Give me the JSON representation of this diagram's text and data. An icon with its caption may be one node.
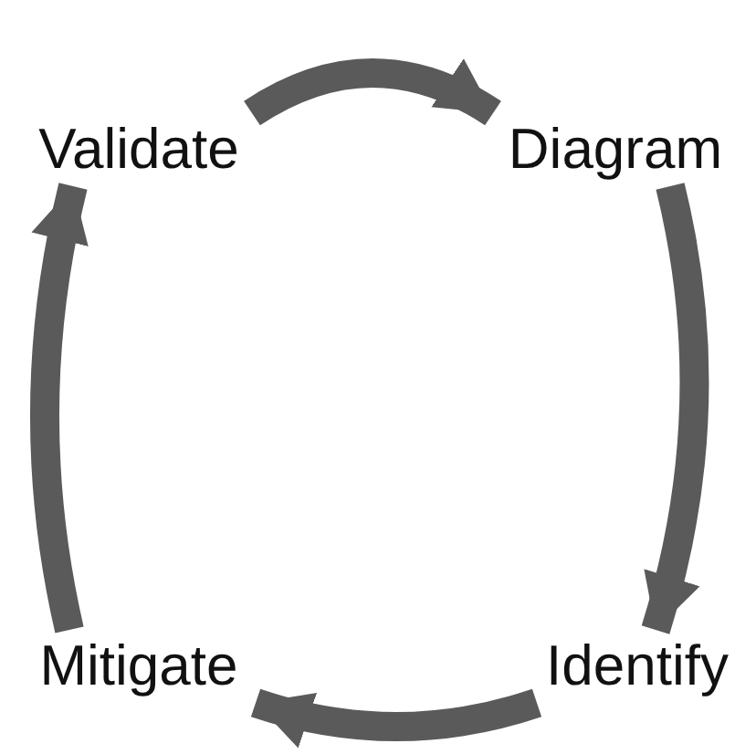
{
  "diagram": {
    "nodes": [
      {
        "text": [
          "Validate"
        ]
      },
      {
        "text": [
          "Diagram"
        ]
      },
      {
        "text": [
          "Identify"
        ]
      },
      {
        "text": [
          "Mitigate"
        ]
      }
    ],
    "edges": [
      {
        "from": 0,
        "to": 1,
        "arrow": "to"
      },
      {
        "from": 1,
        "to": 2,
        "arrow": "to"
      },
      {
        "from": 2,
        "to": 3,
        "arrow": "to"
      },
      {
        "from": 3,
        "to": 0,
        "arrow": "to"
      }
    ]
  }
}
